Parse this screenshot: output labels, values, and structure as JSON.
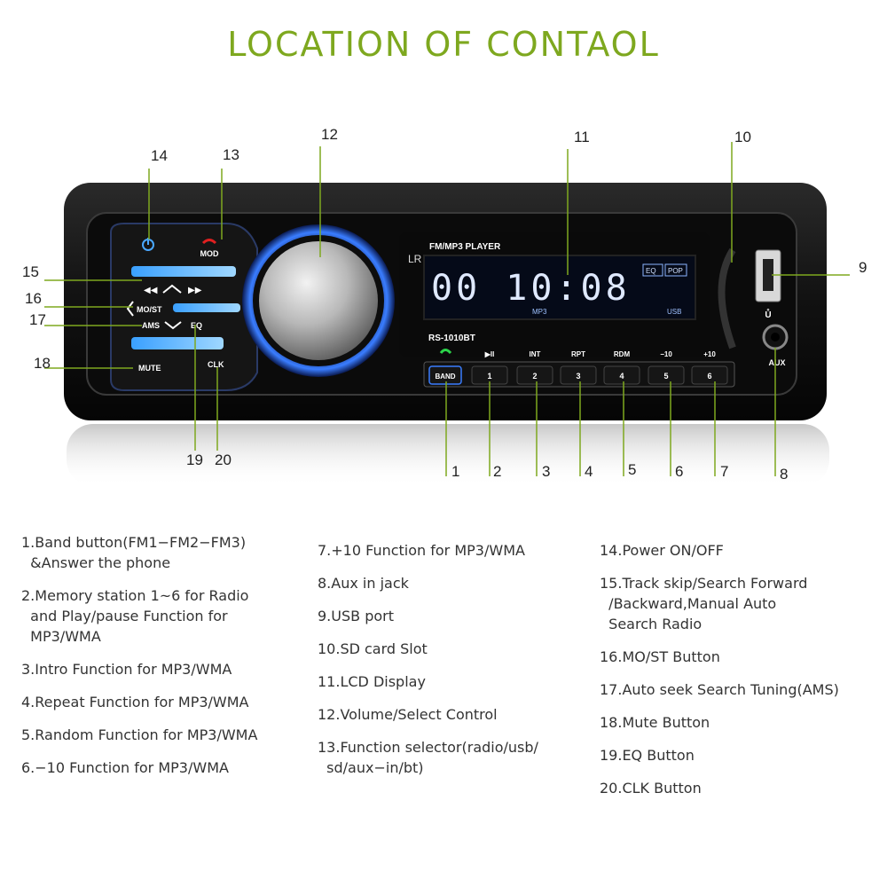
{
  "title": "LOCATION OF CONTAOL",
  "device": {
    "panel_label": "FM/MP3 PLAYER",
    "model": "RS-1010BT",
    "lcd_time": "00 10:08",
    "lcd_eq": "EQ",
    "lcd_pop": "POP",
    "lcd_mp3": "MP3",
    "lcd_usb": "USB",
    "mod": "MOD",
    "most": "MO/ST",
    "ams": "AMS",
    "eq": "EQ",
    "mute": "MUTE",
    "clk": "CLK",
    "band": "BAND",
    "aux": "AUX",
    "usb_symbol": "Ů",
    "top_labels": [
      "▶II",
      "INT",
      "RPT",
      "RDM",
      "−10",
      "+10"
    ],
    "preset_buttons": [
      "1",
      "2",
      "3",
      "4",
      "5",
      "6"
    ],
    "callouts": [
      "1",
      "2",
      "3",
      "4",
      "5",
      "6",
      "7",
      "8",
      "9",
      "10",
      "11",
      "12",
      "13",
      "14",
      "15",
      "16",
      "17",
      "18",
      "19",
      "20"
    ]
  },
  "legend": {
    "col1": [
      "1.Band button(FM1−FM2−FM3)\n  &Answer the phone",
      "2.Memory station 1~6 for Radio\n  and Play/pause Function for\n  MP3/WMA",
      "3.Intro Function for MP3/WMA",
      "4.Repeat Function for MP3/WMA",
      "5.Random Function for MP3/WMA",
      "6.−10 Function for MP3/WMA"
    ],
    "col2": [
      "7.+10 Function for MP3/WMA",
      "8.Aux in jack",
      "9.USB port",
      "10.SD card Slot",
      "11.LCD Display",
      "12.Volume/Select Control",
      "13.Function selector(radio/usb/\n  sd/aux−in/bt)"
    ],
    "col3": [
      "14.Power ON/OFF",
      "15.Track skip/Search Forward\n  /Backward,Manual Auto\n  Search Radio",
      "16.MO/ST Button",
      "17.Auto seek Search Tuning(AMS)",
      "18.Mute Button",
      "19.EQ Button",
      "20.CLK Button"
    ]
  },
  "colors": {
    "title": "#7ea81f",
    "accent_blue": "#4aa8ff",
    "body": "#1a1a1a"
  }
}
